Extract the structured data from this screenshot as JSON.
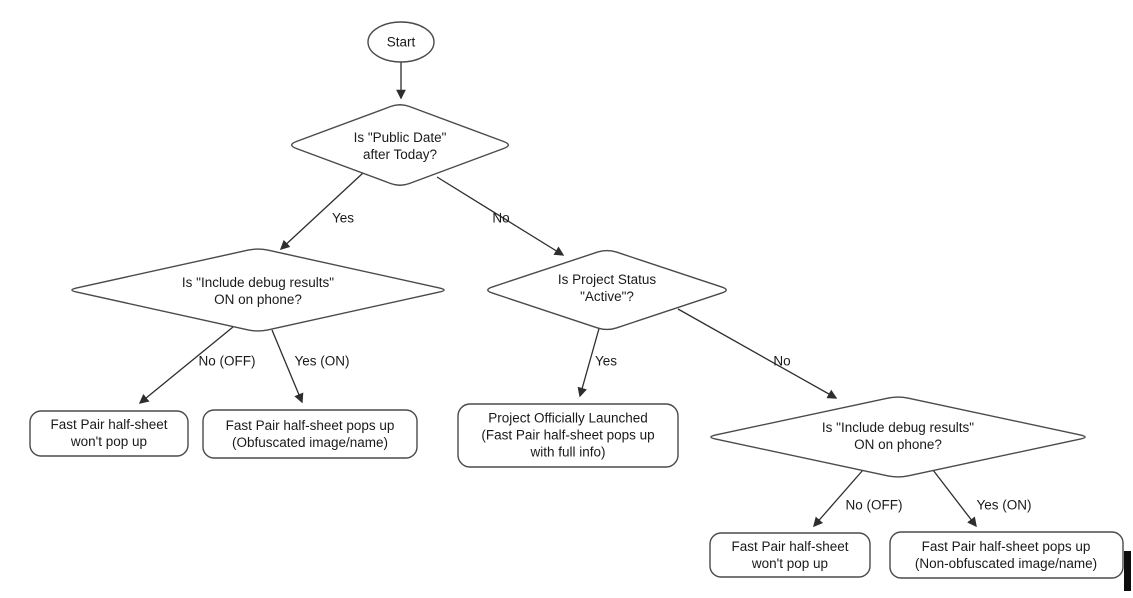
{
  "flowchart": {
    "nodes": {
      "start": "Start",
      "decision_public_date": "Is \"Public Date\"\nafter Today?",
      "decision_debug_left": "Is \"Include debug results\"\nON on phone?",
      "decision_project_status": "Is Project Status\n\"Active\"?",
      "decision_debug_right": "Is \"Include debug results\"\nON on phone?",
      "result_wont_popup_left": "Fast Pair half-sheet\nwon't pop up",
      "result_obfuscated": "Fast Pair half-sheet pops up\n(Obfuscated image/name)",
      "result_launched": "Project Officially Launched\n(Fast Pair half-sheet pops up\nwith full info)",
      "result_wont_popup_right": "Fast Pair half-sheet\nwon't pop up",
      "result_non_obfuscated": "Fast Pair half-sheet pops up\n(Non-obfuscated image/name)"
    },
    "edges": {
      "public_date_yes": "Yes",
      "public_date_no": "No",
      "debug_left_no": "No (OFF)",
      "debug_left_yes": "Yes (ON)",
      "project_status_yes": "Yes",
      "project_status_no": "No",
      "debug_right_no": "No (OFF)",
      "debug_right_yes": "Yes (ON)"
    },
    "colors": {
      "background": "#ffffff",
      "stroke": "#4a4a4a",
      "arrow": "#2e2e2e",
      "text": "#1a1a1a"
    }
  }
}
